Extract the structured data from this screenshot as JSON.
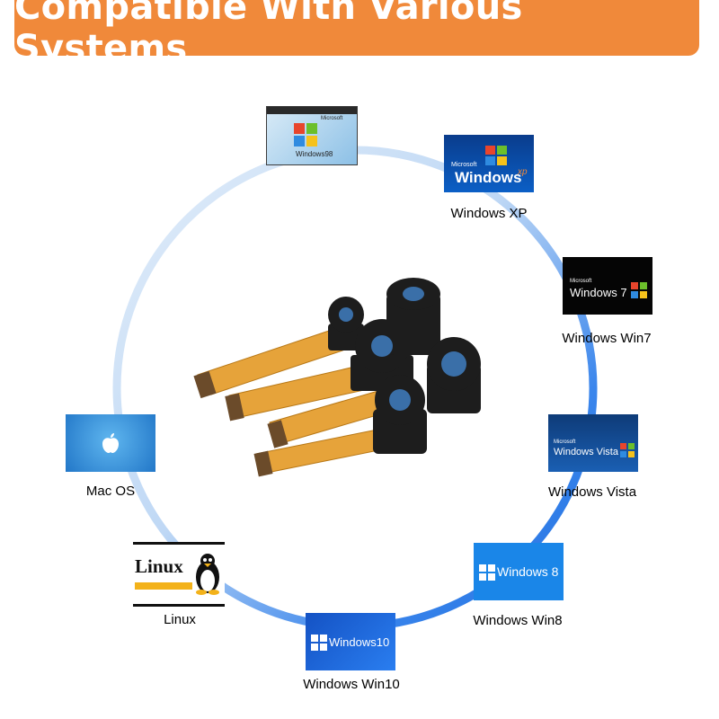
{
  "banner": {
    "title": "Compatible With Various Systems"
  },
  "systems": {
    "win98": {
      "caption": "",
      "logo_text": "Windows98",
      "brand": "Microsoft"
    },
    "winxp": {
      "caption": "Windows XP",
      "logo_text": "Windows",
      "logo_suffix": "xp",
      "brand": "Microsoft"
    },
    "win7": {
      "caption": "Windows Win7",
      "logo_text": "Windows 7",
      "brand": "Microsoft"
    },
    "vista": {
      "caption": "Windows Vista",
      "logo_text": "Windows Vista",
      "brand": "Microsoft"
    },
    "win8": {
      "caption": "Windows Win8",
      "logo_text": "Windows 8"
    },
    "win10": {
      "caption": "Windows Win10",
      "logo_text": "Windows10"
    },
    "linux": {
      "caption": "Linux",
      "logo_text": "Linux"
    },
    "macos": {
      "caption": "Mac OS"
    }
  },
  "colors": {
    "banner": "#f0893a",
    "ring_light": "#dbe9f7",
    "ring_dark": "#1f6fe0",
    "flag_red": "#e8452c",
    "flag_green": "#6cbf2b",
    "flag_blue": "#2f8be0",
    "flag_yellow": "#f6c21b"
  },
  "icons": [
    "apple-icon",
    "windows-flag-icon",
    "tux-penguin-icon",
    "camera-module-image"
  ]
}
